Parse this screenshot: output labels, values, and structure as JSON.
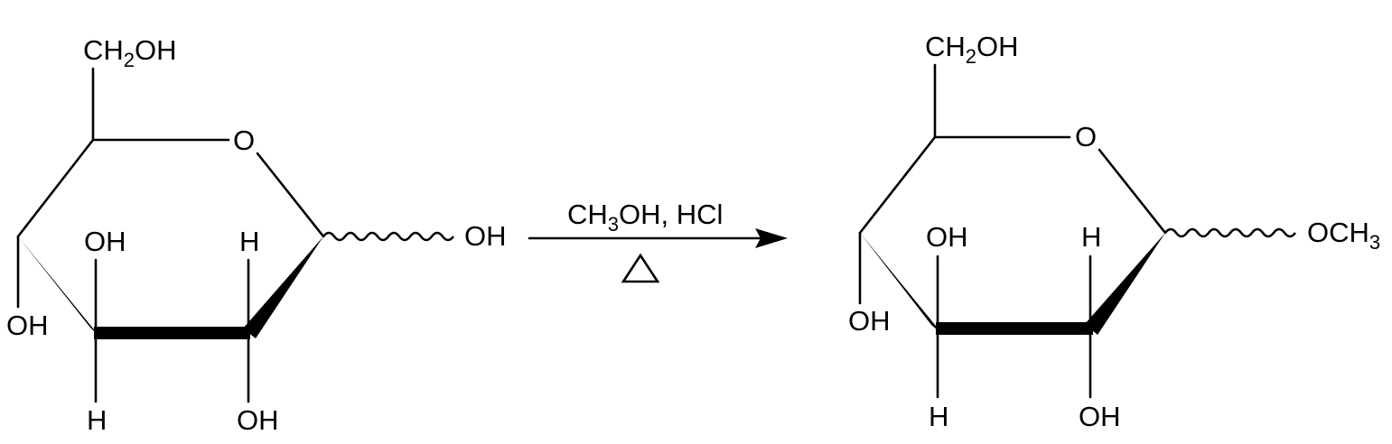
{
  "reactant": {
    "ch2oh": {
      "main": "CH",
      "sub": "2",
      "tail": "OH"
    },
    "ring_oxygen": "O",
    "c1_oh": "OH",
    "c2_up": "H",
    "c2_down": "OH",
    "c3_up": "OH",
    "c3_down": "H",
    "c4_oh": "OH"
  },
  "conditions": {
    "reagent": {
      "main": "CH",
      "sub": "3",
      "tail": "OH, HCl"
    },
    "heat_symbol": "triangle"
  },
  "product": {
    "ch2oh": {
      "main": "CH",
      "sub": "2",
      "tail": "OH"
    },
    "ring_oxygen": "O",
    "c1_group": {
      "main": "OCH",
      "sub": "3"
    },
    "c2_up": "H",
    "c2_down": "OH",
    "c3_up": "OH",
    "c3_down": "H",
    "c4_oh": "OH"
  }
}
